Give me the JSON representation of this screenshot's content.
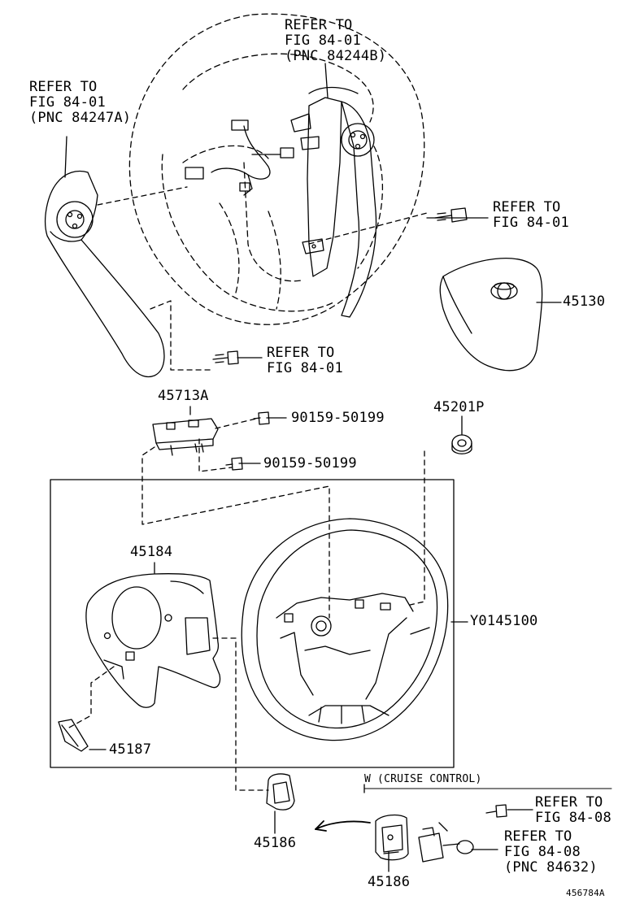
{
  "callouts": {
    "refer_top_center": [
      "REFER TO",
      "FIG 84-01",
      "(PNC 84244B)"
    ],
    "refer_top_left": [
      "REFER TO",
      "FIG 84-01",
      "(PNC 84247A)"
    ],
    "refer_right_screw": [
      "REFER TO",
      "FIG 84-01"
    ],
    "refer_mid_screw": [
      "REFER TO",
      "FIG 84-01"
    ],
    "refer_cruise_screw": [
      "REFER TO",
      "FIG 84-08"
    ],
    "refer_cruise_switch": [
      "REFER TO",
      "FIG 84-08",
      "(PNC 84632)"
    ]
  },
  "parts": {
    "airbag": "45130",
    "bracket": "45713A",
    "screw_upper": "90159-50199",
    "screw_lower": "90159-50199",
    "nut": "45201P",
    "cover": "45184",
    "wheel_assy": "Y0145100",
    "small_cover": "45187",
    "switch_cover_a": "45186",
    "switch_cover_b": "45186"
  },
  "cruise_group_label": "W (CRUISE CONTROL)",
  "diagram_ref": "456784A"
}
